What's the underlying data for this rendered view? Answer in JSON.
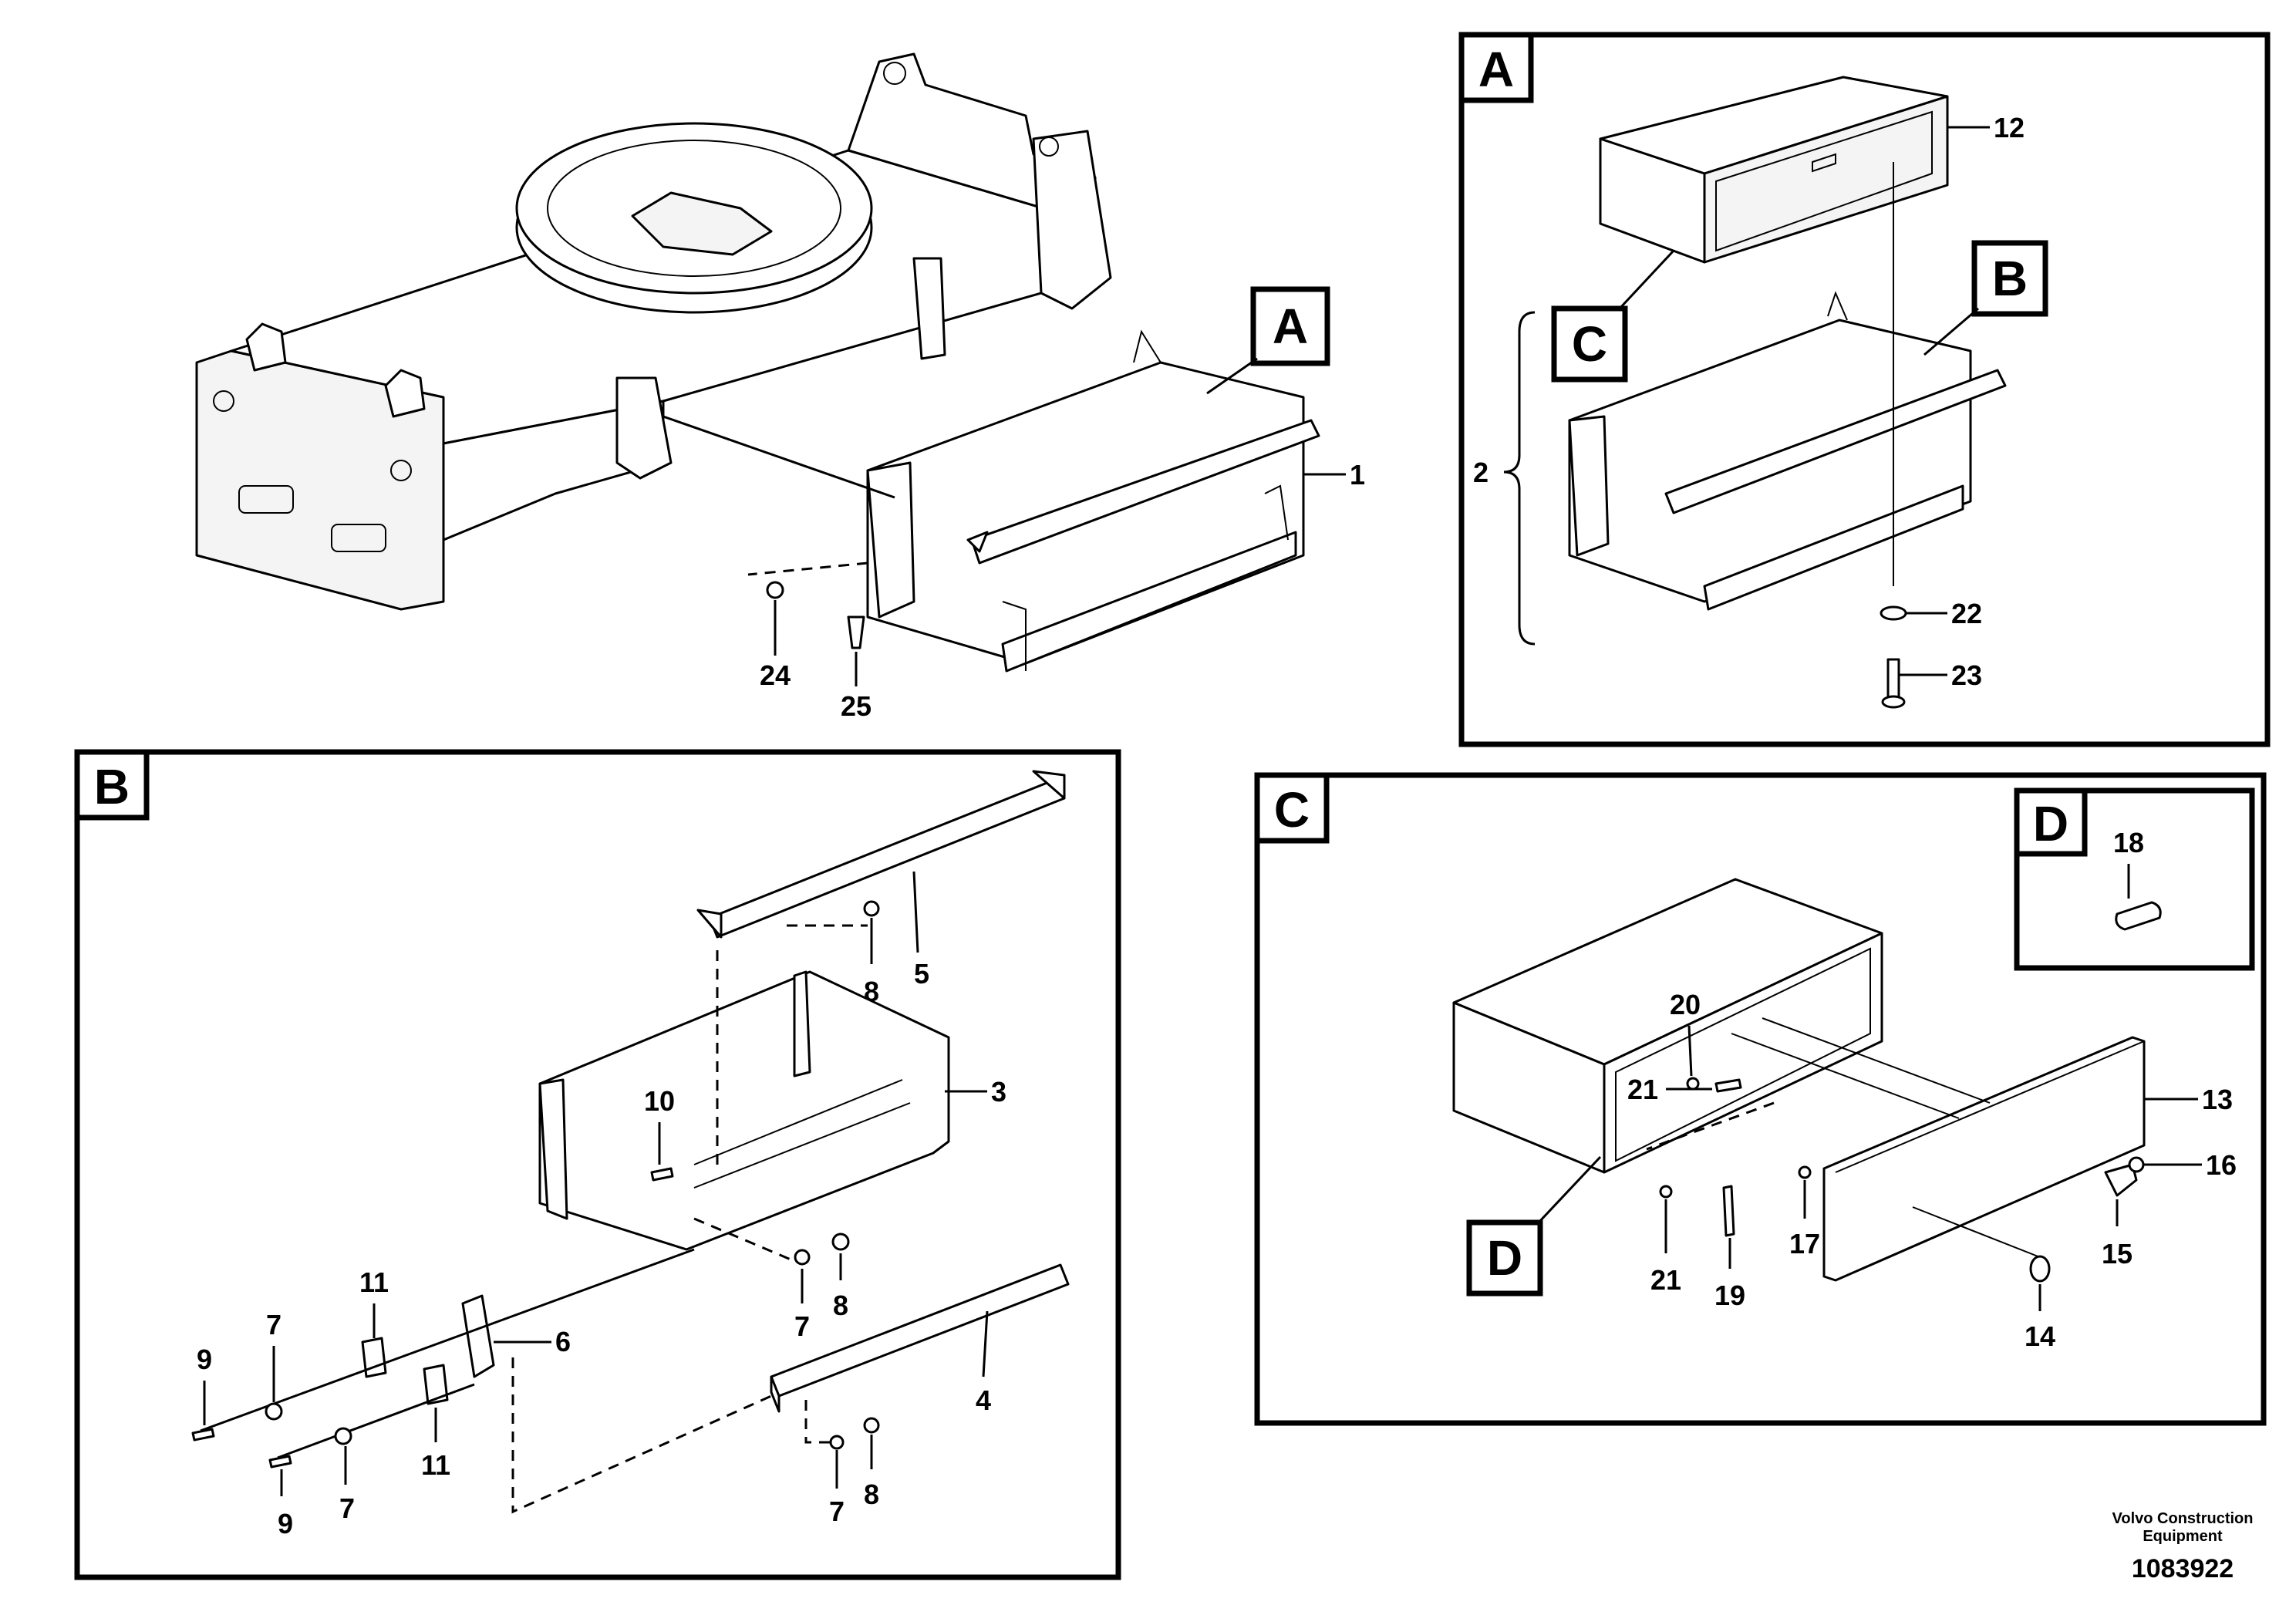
{
  "view_labels": {
    "A": "A",
    "B": "B",
    "C": "C",
    "D": "D"
  },
  "main_view": {
    "callouts": {
      "p1": "1",
      "p24": "24",
      "p25": "25"
    },
    "detail_tag": "A"
  },
  "detail_A": {
    "callouts": {
      "p2": "2",
      "p12": "12",
      "p22": "22",
      "p23": "23"
    },
    "detail_tags": {
      "B": "B",
      "C": "C"
    }
  },
  "detail_B": {
    "callouts": {
      "p3": "3",
      "p4": "4",
      "p5": "5",
      "p6": "6",
      "p7a": "7",
      "p7b": "7",
      "p7c": "7",
      "p7d": "7",
      "p8a": "8",
      "p8b": "8",
      "p8c": "8",
      "p9a": "9",
      "p9b": "9",
      "p10": "10",
      "p11a": "11",
      "p11b": "11"
    }
  },
  "detail_C": {
    "callouts": {
      "p13": "13",
      "p14": "14",
      "p15": "15",
      "p16": "16",
      "p17": "17",
      "p19": "19",
      "p20": "20",
      "p21a": "21",
      "p21b": "21"
    },
    "detail_tag": "D"
  },
  "detail_D": {
    "callouts": {
      "p18": "18"
    }
  },
  "footer": {
    "company_line1": "Volvo Construction",
    "company_line2": "Equipment",
    "drawing_number": "1083922"
  }
}
